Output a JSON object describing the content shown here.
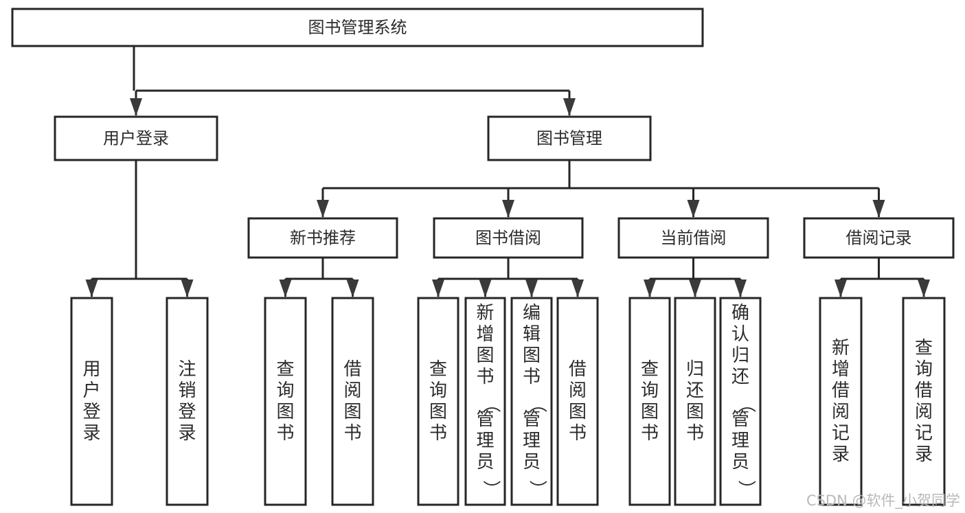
{
  "diagram": {
    "title": "图书管理系统",
    "type": "tree-hierarchy",
    "orientation": "top-down",
    "levels": 4,
    "colors": {
      "box_fill": "#ffffff",
      "box_stroke": "#262626",
      "text": "#2b2b2b",
      "connector": "#262626",
      "watermark": "#b9b9b9"
    },
    "root": {
      "label": "图书管理系统",
      "orientation": "horizontal"
    },
    "level2": [
      {
        "label": "用户登录",
        "orientation": "horizontal"
      },
      {
        "label": "图书管理",
        "orientation": "horizontal"
      }
    ],
    "level3": [
      {
        "label": "新书推荐",
        "orientation": "horizontal",
        "parent": "图书管理"
      },
      {
        "label": "图书借阅",
        "orientation": "horizontal",
        "parent": "图书管理"
      },
      {
        "label": "当前借阅",
        "orientation": "horizontal",
        "parent": "图书管理"
      },
      {
        "label": "借阅记录",
        "orientation": "horizontal",
        "parent": "图书管理"
      }
    ],
    "leaves": {
      "用户登录": [
        {
          "label": "用户登录",
          "orientation": "vertical"
        },
        {
          "label": "注销登录",
          "orientation": "vertical"
        }
      ],
      "新书推荐": [
        {
          "label": "查询图书",
          "orientation": "vertical"
        },
        {
          "label": "借阅图书",
          "orientation": "vertical"
        }
      ],
      "图书借阅": [
        {
          "label": "查询图书",
          "orientation": "vertical"
        },
        {
          "label": "新增图书（管理员）",
          "orientation": "vertical"
        },
        {
          "label": "编辑图书（管理员）",
          "orientation": "vertical"
        },
        {
          "label": "借阅图书",
          "orientation": "vertical"
        }
      ],
      "当前借阅": [
        {
          "label": "查询图书",
          "orientation": "vertical"
        },
        {
          "label": "归还图书",
          "orientation": "vertical"
        },
        {
          "label": "确认归还（管理员）",
          "orientation": "vertical"
        }
      ],
      "借阅记录": [
        {
          "label": "新增借阅记录",
          "orientation": "vertical"
        },
        {
          "label": "查询借阅记录",
          "orientation": "vertical"
        }
      ]
    }
  },
  "watermark": {
    "text": "CSDN @软件_小贺同学"
  }
}
